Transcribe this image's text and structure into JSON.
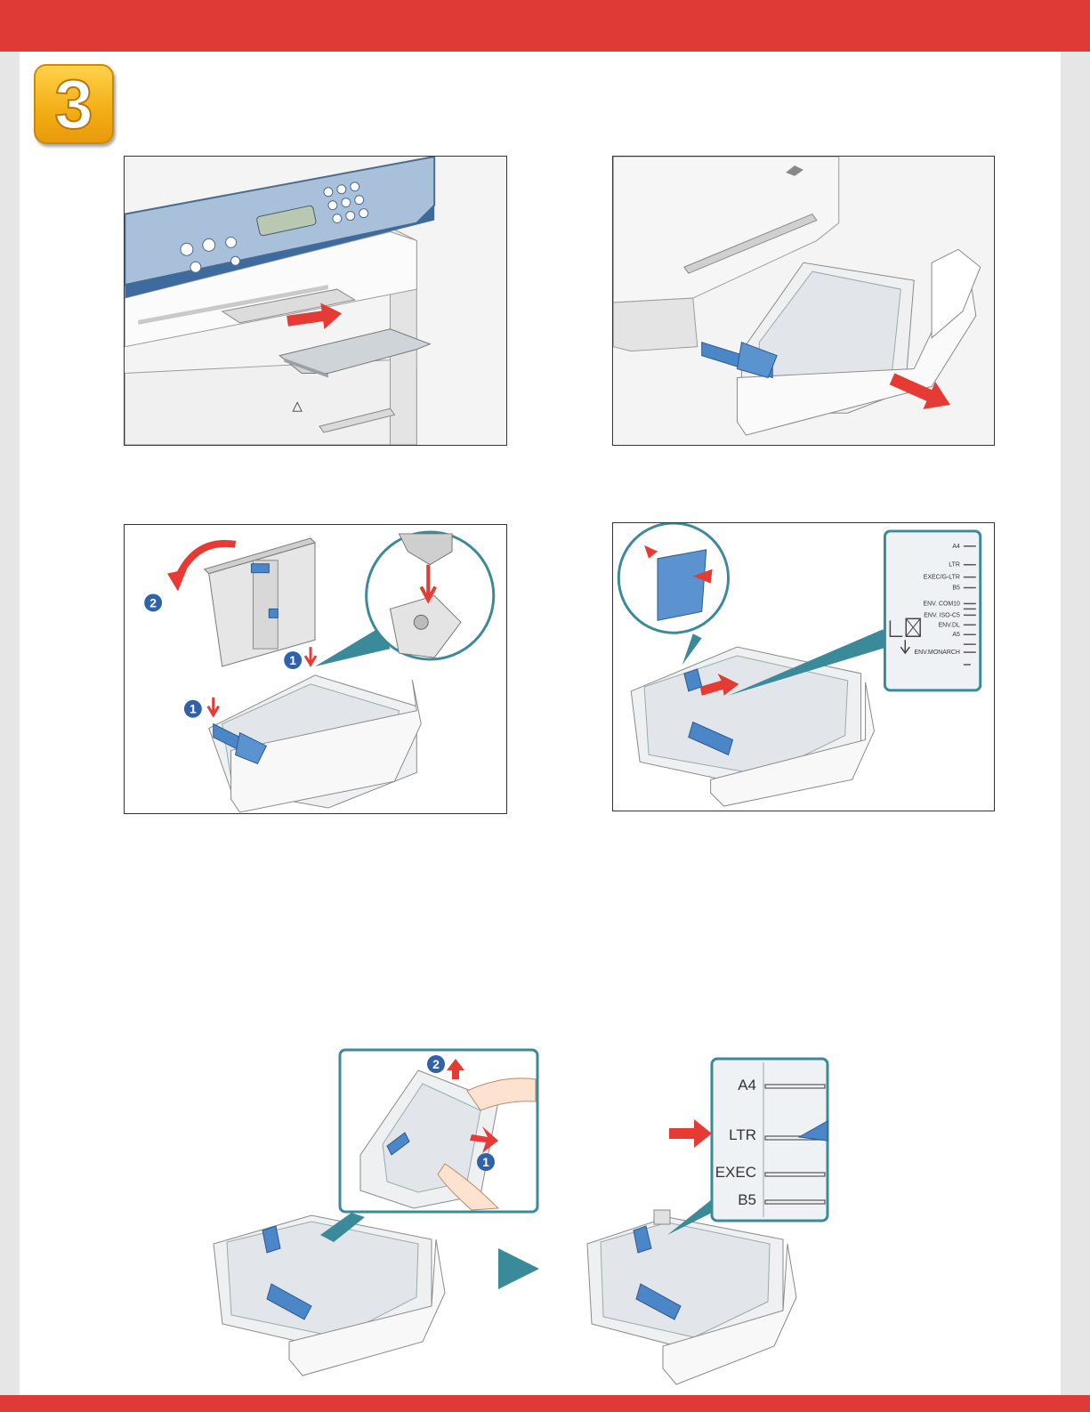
{
  "step": {
    "number": "3"
  },
  "callouts": {
    "one": "1",
    "two": "2"
  },
  "size_labels_small": [
    "A4",
    "LTR",
    "EXEC/G-LTR",
    "B5",
    "ENV. COM10",
    "ENV. ISO-C5",
    "ENV.DL",
    "A5",
    "ENV.MONARCH"
  ],
  "size_labels_large": [
    "A4",
    "LTR",
    "EXEC",
    "B5"
  ],
  "colors": {
    "header_red": "#e03a36",
    "badge_orange": "#f2ad14",
    "guide_blue": "#4a86c8",
    "callout_blue": "#2f62a8",
    "arrow_red": "#e63a34",
    "teal_pointer": "#3a8a9a"
  }
}
